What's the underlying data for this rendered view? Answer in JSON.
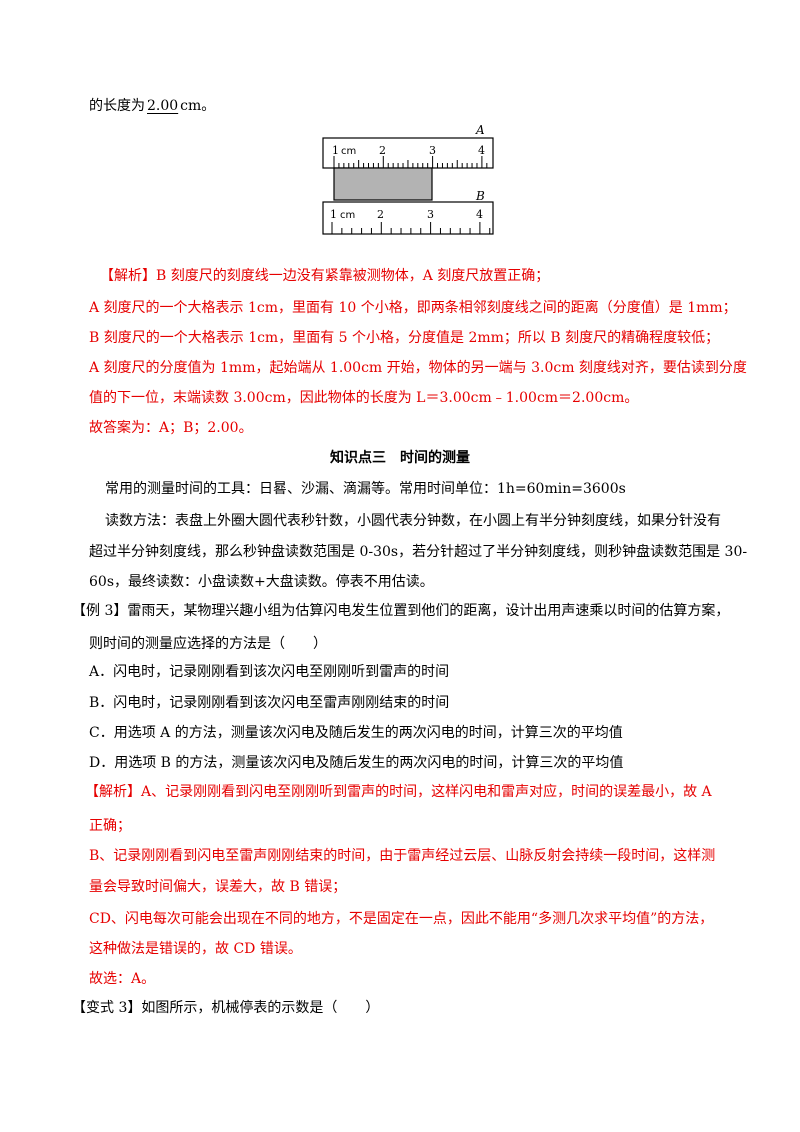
{
  "intro": {
    "prefix": "的长度为",
    "answer": "2.00",
    "unit": "cm。"
  },
  "ruler_figure": {
    "ruler_a": {
      "label": "A",
      "unit_label": "cm",
      "numbers": [
        "1",
        "2",
        "3",
        "4"
      ]
    },
    "ruler_b": {
      "label": "B",
      "unit_label": "cm",
      "numbers": [
        "1",
        "2",
        "3",
        "4"
      ]
    },
    "object_color": "#b3b3b3"
  },
  "analysis1": {
    "line1": "【解析】B 刻度尺的刻度线一边没有紧靠被测物体，A 刻度尺放置正确；",
    "line2": "A 刻度尺的一个大格表示 1cm，里面有 10 个小格，即两条相邻刻度线之间的距离（分度值）是 1mm；",
    "line3": "B 刻度尺的一个大格表示 1cm，里面有 5 个小格，分度值是 2mm；所以 B 刻度尺的精确程度较低；",
    "line4": "A 刻度尺的分度值为 1mm，起始端从 1.00cm 开始，物体的另一端与 3.0cm 刻度线对齐，要估读到分度",
    "line5": "值的下一位，末端读数 3.00cm，因此物体的长度为 L＝3.00cm﹣1.00cm＝2.00cm。",
    "line6": "故答案为：A；B；2.00。"
  },
  "section_heading": "知识点三　时间的测量",
  "knowledge": {
    "tools_line": "常用的测量时间的工具：日晷、沙漏、滴漏等。常用时间单位：1h=60min=3600s",
    "read1": "读数方法：表盘上外圈大圆代表秒针数，小圆代表分钟数，在小圆上有半分钟刻度线，如果分针没有",
    "read2": "超过半分钟刻度线，那么秒钟盘读数范围是 0-30s，若分针超过了半分钟刻度线，则秒钟盘读数范围是 30-",
    "read3": "60s，最终读数：小盘读数+大盘读数。停表不用估读。"
  },
  "example3": {
    "line1": "【例 3】雷雨天，某物理兴趣小组为估算闪电发生位置到他们的距离，设计出用声速乘以时间的估算方案，",
    "line2": "则时间的测量应选择的方法是（　　）",
    "options": [
      "A．闪电时，记录刚刚看到该次闪电至刚刚听到雷声的时间",
      "B．闪电时，记录刚刚看到该次闪电至雷声刚刚结束的时间",
      "C．用选项 A 的方法，测量该次闪电及随后发生的两次闪电的时间，计算三次的平均值",
      "D．用选项 B 的方法，测量该次闪电及随后发生的两次闪电的时间，计算三次的平均值"
    ]
  },
  "analysis2": {
    "line1": "【解析】A、记录刚刚看到闪电至刚刚听到雷声的时间，这样闪电和雷声对应，时间的误差最小，故 A",
    "line2": "正确；",
    "line3": "B、记录刚刚看到闪电至雷声刚刚结束的时间，由于雷声经过云层、山脉反射会持续一段时间，这样测",
    "line4": "量会导致时间偏大，误差大，故 B 错误；",
    "line5": "CD、闪电每次可能会出现在不同的地方，不是固定在一点，因此不能用“多测几次求平均值”的方法，",
    "line6": "这种做法是错误的，故 CD 错误。",
    "line7": "故选：A。"
  },
  "variant3": "【变式 3】如图所示，机械停表的示数是（　　）"
}
